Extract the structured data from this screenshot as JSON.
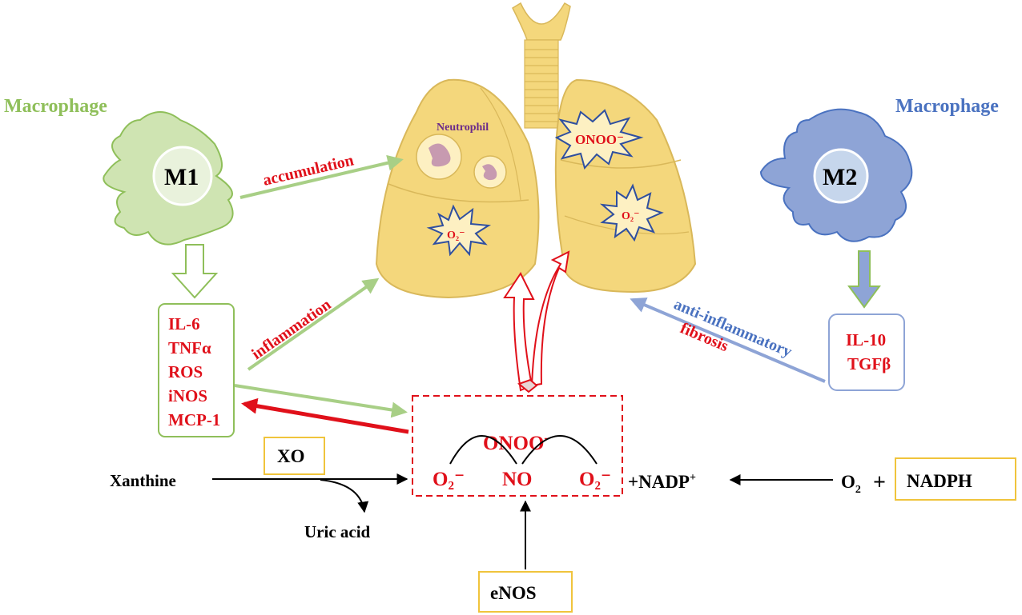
{
  "macrophage_left": {
    "title": "Macrophage",
    "cell_label": "M1",
    "color": "#8fbf5a",
    "fill": "#cfe4b2"
  },
  "macrophage_right": {
    "title": "Macrophage",
    "cell_label": "M2",
    "color": "#4a72c0",
    "fill": "#8ea4d6"
  },
  "lung": {
    "fill": "#f4d77c",
    "neutrophil_label": "Neutrophil",
    "radicals": [
      "ONOO⁻",
      "O₂⁻",
      "O₂⁻"
    ]
  },
  "m1_products": [
    "IL-6",
    "TNFα",
    "ROS",
    "iNOS",
    "MCP-1"
  ],
  "m2_products": [
    "IL-10",
    "TGFβ"
  ],
  "arrow_labels": {
    "accumulation": "accumulation",
    "inflammation": "inflammation",
    "anti_inflammatory": "anti-inflammatory",
    "fibrosis": "fibrosis"
  },
  "reaction": {
    "peroxynitrite": "ONOO",
    "peroxynitrite_sup": "-",
    "superoxide_left": "O₂⁻",
    "nitric_oxide": "NO",
    "superoxide_right": "O₂⁻"
  },
  "pathway": {
    "xanthine": "Xanthine",
    "xo": "XO",
    "uric_acid": "Uric acid",
    "nadp": "+NADP",
    "nadp_sup": "+",
    "o2": "O",
    "o2_sub": "2",
    "plus": "+",
    "nadph": "NADPH",
    "enos": "eNOS"
  },
  "colors": {
    "red": "#e0101a",
    "purple": "#6a2a8a",
    "box_gold": "#f0c43c",
    "green_arrow": "#a8cf86",
    "blue_arrow": "#8ea4d6"
  }
}
